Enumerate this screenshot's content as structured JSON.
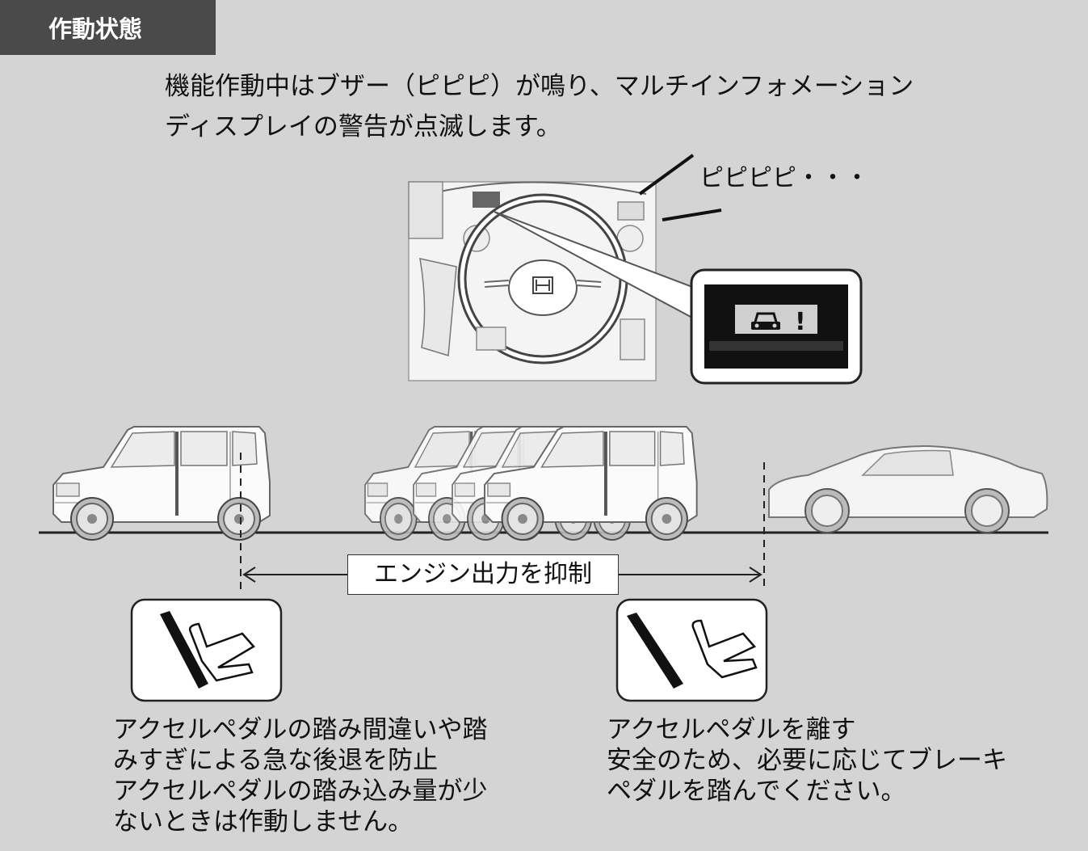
{
  "header": {
    "title": "作動状態"
  },
  "intro": {
    "line1": "機能作動中はブザー（ピピピ）が鳴り、マルチインフォメーション",
    "line2": "ディスプレイの警告が点滅します。"
  },
  "buzzer": {
    "sound": "ピピピピ・・・"
  },
  "indicator": {
    "glyph": "!"
  },
  "range": {
    "label": "エンジン出力を抑制"
  },
  "caption_left": {
    "line1": "アクセルペダルの踏み間違いや踏",
    "line2": "みすぎによる急な後退を防止",
    "line3": "アクセルペダルの踏み込み量が少",
    "line4": "ないときは作動しません。"
  },
  "caption_right": {
    "line1": "アクセルペダルを離す",
    "line2": "安全のため、必要に応じてブレーキ",
    "line3": "ペダルを踏んでください。"
  }
}
